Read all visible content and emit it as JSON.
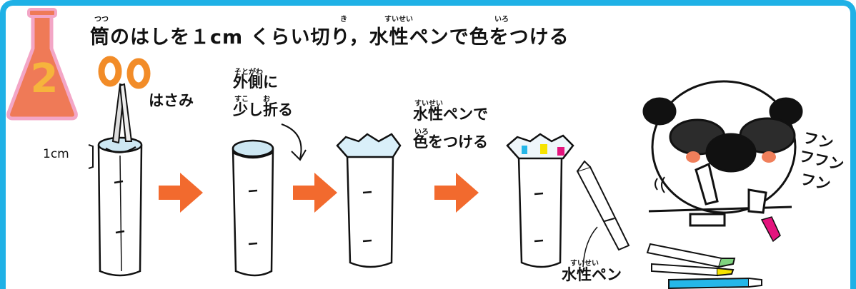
{
  "step": {
    "number": "2",
    "title": "筒のはしを１cm くらい切り，水性ペンで色をつける",
    "ruby": [
      {
        "text": "つつ"
      },
      {
        "text": "き"
      },
      {
        "text": "すいせい"
      },
      {
        "text": "いろ"
      }
    ]
  },
  "labels": {
    "scissors": "はさみ",
    "one_cm": "1cm",
    "fold_ruby_1": "そとがわ",
    "fold_line_1": "外側に",
    "fold_ruby_2": "すこ　　お",
    "fold_line_2": "少し折る",
    "pen_ruby_1": "すいせい",
    "pen_line_1": "水性ペンで",
    "pen_ruby_2": "いろ",
    "pen_line_2": "色をつける",
    "pen_name_ruby": "すいせい",
    "pen_name": "水性ペン"
  },
  "sounds": {
    "line1": "フン",
    "line2": "フフン",
    "line3": "フン"
  },
  "colors": {
    "frame": "#1fb1e6",
    "flask": "#ef7a57",
    "flask_outline": "#f3a6c6",
    "step_number": "#f6b43c",
    "arrow": "#f26a2e",
    "scissors_handle": "#f28c28",
    "ink_cyan": "#25b7e8",
    "ink_yellow": "#f6e300",
    "ink_magenta": "#e4147d",
    "pen_green": "#7fd37f"
  }
}
